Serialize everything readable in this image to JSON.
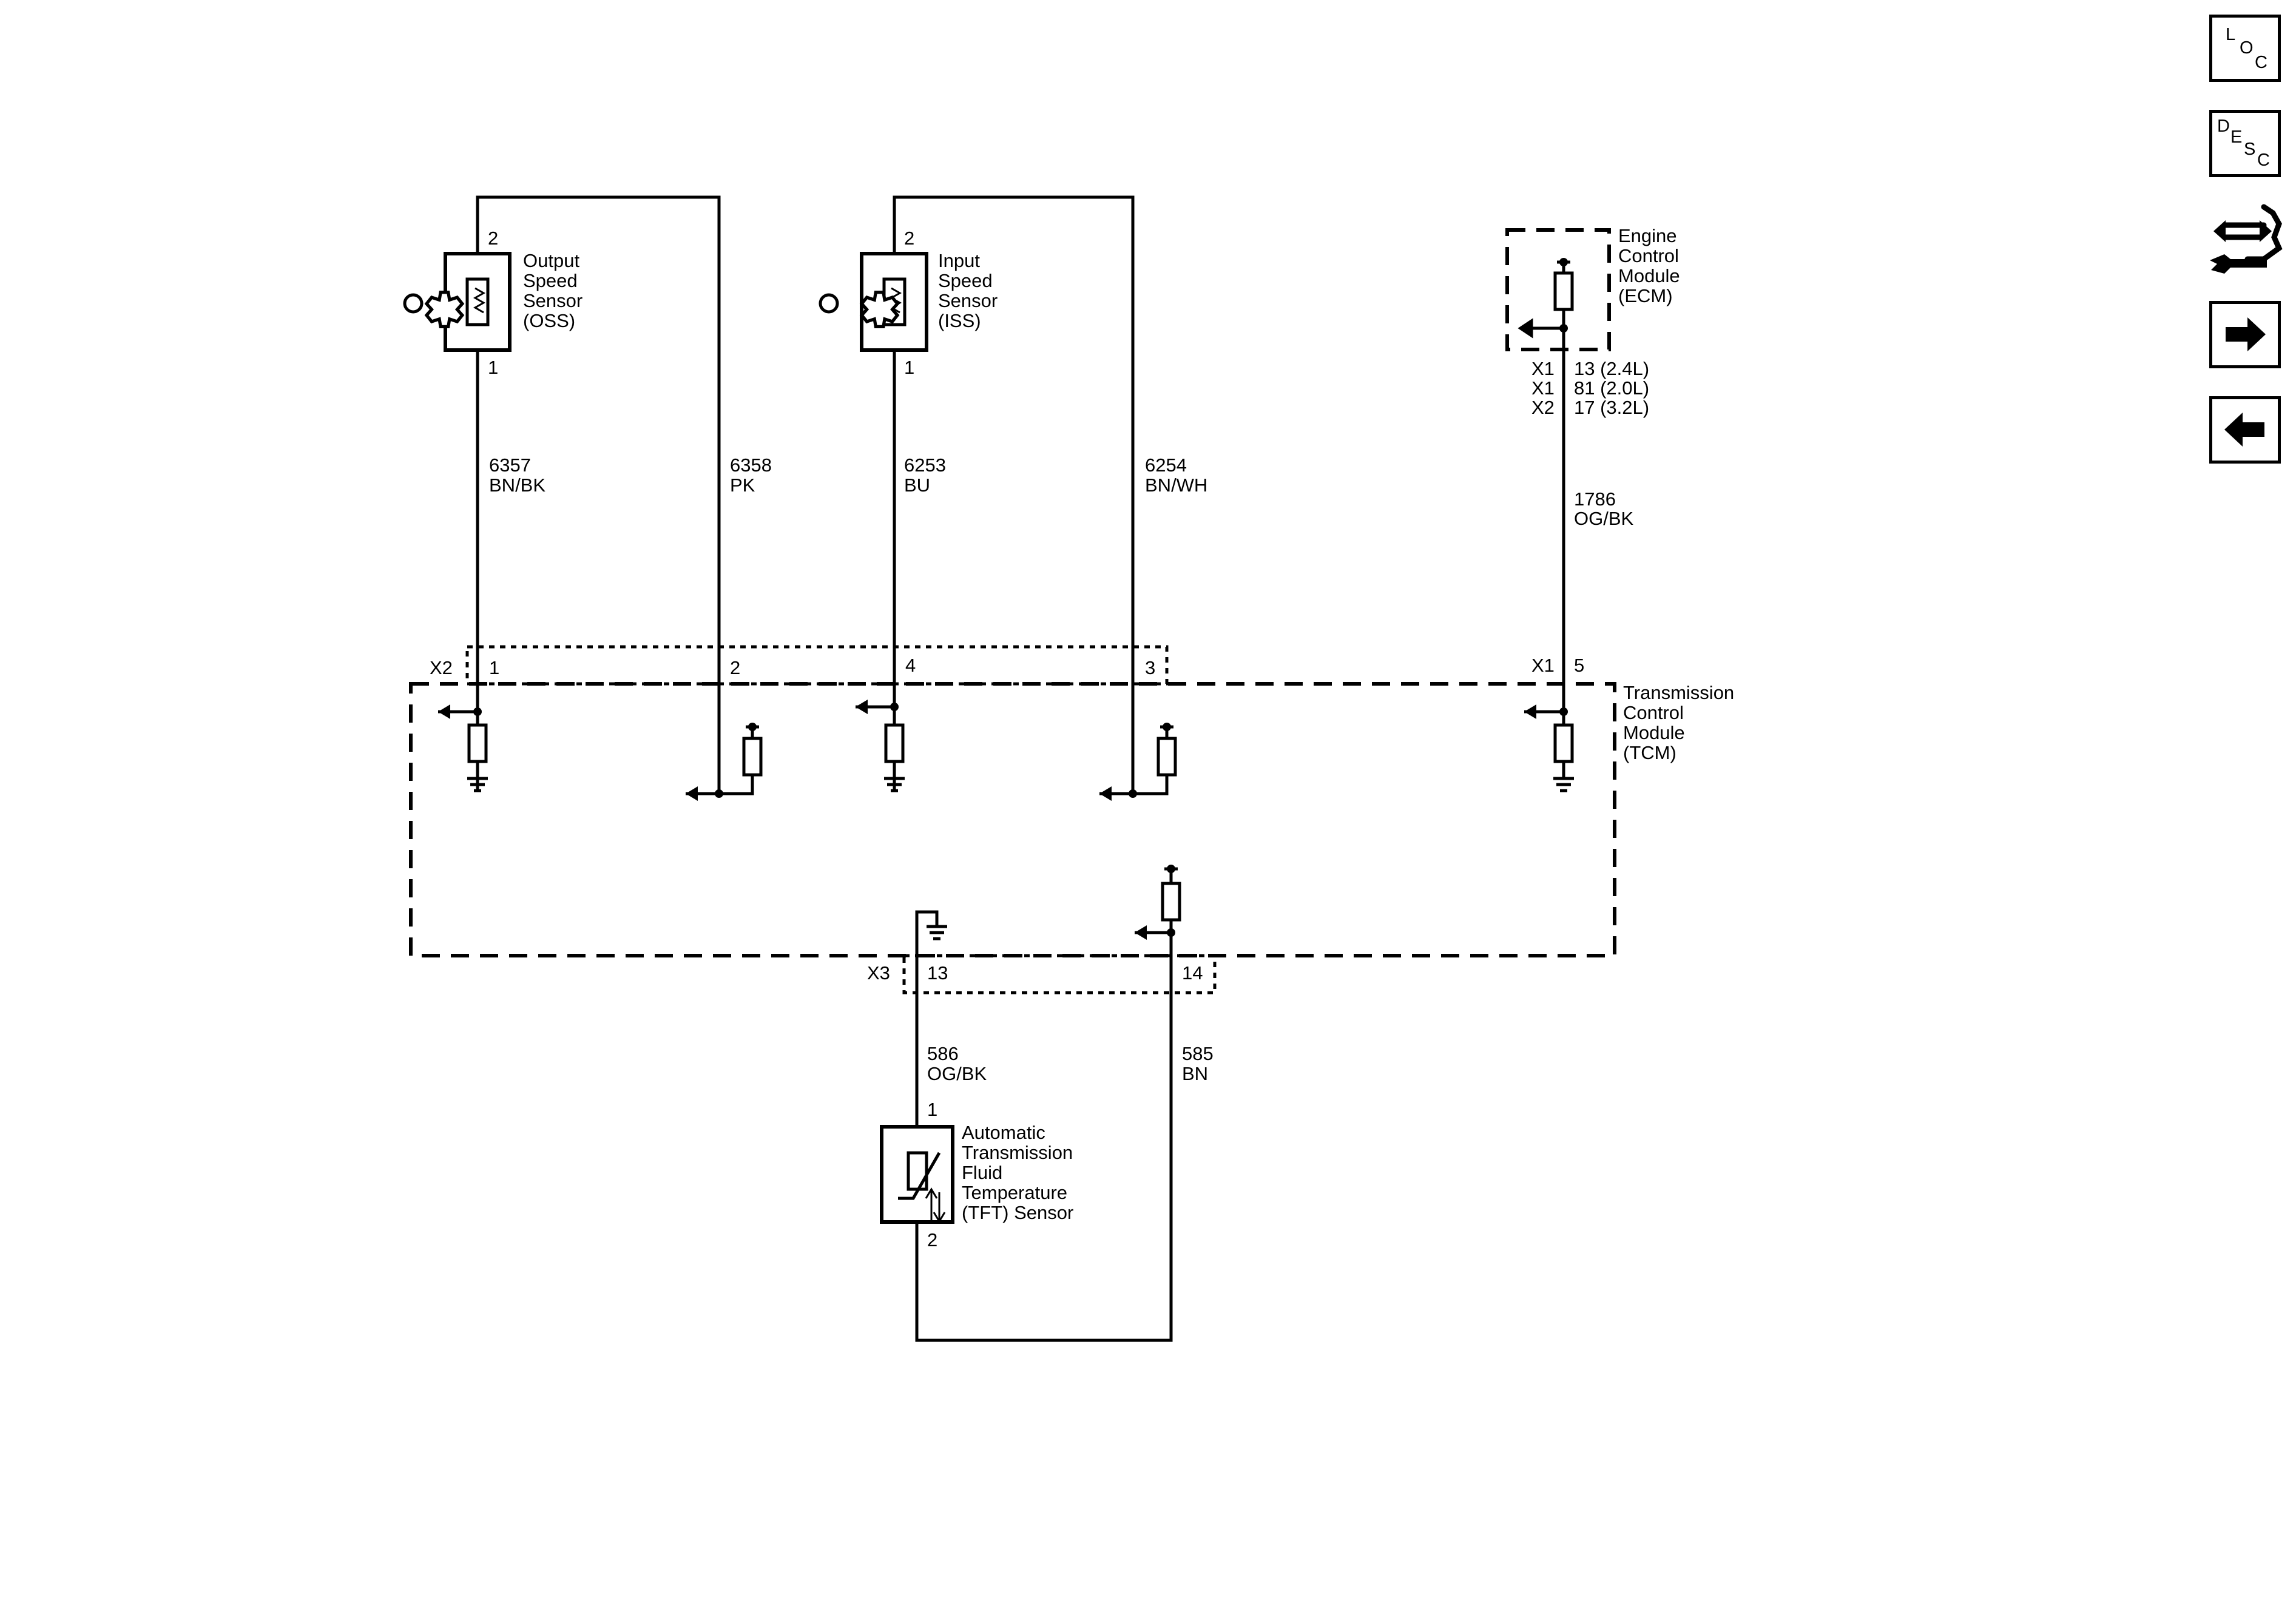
{
  "nav": {
    "loc": {
      "l1": "L",
      "l2": "O",
      "l3": "C"
    },
    "desc": {
      "l1": "D",
      "l2": "E",
      "l3": "S",
      "l4": "C"
    }
  },
  "components": {
    "oss": {
      "line1": "Output",
      "line2": "Speed",
      "line3": "Sensor",
      "line4": "(OSS)",
      "pin_top": "2",
      "pin_bottom": "1"
    },
    "iss": {
      "line1": "Input",
      "line2": "Speed",
      "line3": "Sensor",
      "line4": "(ISS)",
      "pin_top": "2",
      "pin_bottom": "1"
    },
    "ecm": {
      "line1": "Engine",
      "line2": "Control",
      "line3": "Module",
      "line4": "(ECM)",
      "pins": [
        {
          "conn": "X1",
          "value": "13 (2.4L)"
        },
        {
          "conn": "X1",
          "value": "81 (2.0L)"
        },
        {
          "conn": "X2",
          "value": "17 (3.2L)"
        }
      ]
    },
    "tcm": {
      "line1": "Transmission",
      "line2": "Control",
      "line3": "Module",
      "line4": "(TCM)"
    },
    "tft": {
      "line1": "Automatic",
      "line2": "Transmission",
      "line3": "Fluid",
      "line4": "Temperature",
      "line5": "(TFT) Sensor",
      "pin_top": "1",
      "pin_bottom": "2"
    }
  },
  "wires": {
    "w6357": {
      "circuit": "6357",
      "color": "BN/BK"
    },
    "w6358": {
      "circuit": "6358",
      "color": "PK"
    },
    "w6253": {
      "circuit": "6253",
      "color": "BU"
    },
    "w6254": {
      "circuit": "6254",
      "color": "BN/WH"
    },
    "w1786": {
      "circuit": "1786",
      "color": "OG/BK"
    },
    "w586": {
      "circuit": "586",
      "color": "OG/BK"
    },
    "w585": {
      "circuit": "585",
      "color": "BN"
    }
  },
  "connectors": {
    "x2": {
      "name": "X2",
      "pins": [
        "1",
        "2",
        "4",
        "3"
      ]
    },
    "x1": {
      "name": "X1",
      "pin": "5"
    },
    "x3": {
      "name": "X3",
      "pins": [
        "13",
        "14"
      ]
    }
  }
}
